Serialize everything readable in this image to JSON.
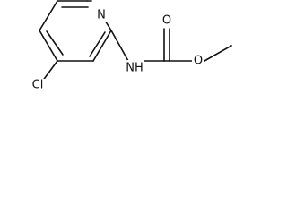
{
  "molecule": {
    "atoms": {
      "ring_nitrogen": "N",
      "chloro": "Cl",
      "amide_nh": "NH",
      "ester_oxygen": "O",
      "carbonyl_oxygen": "O"
    }
  }
}
